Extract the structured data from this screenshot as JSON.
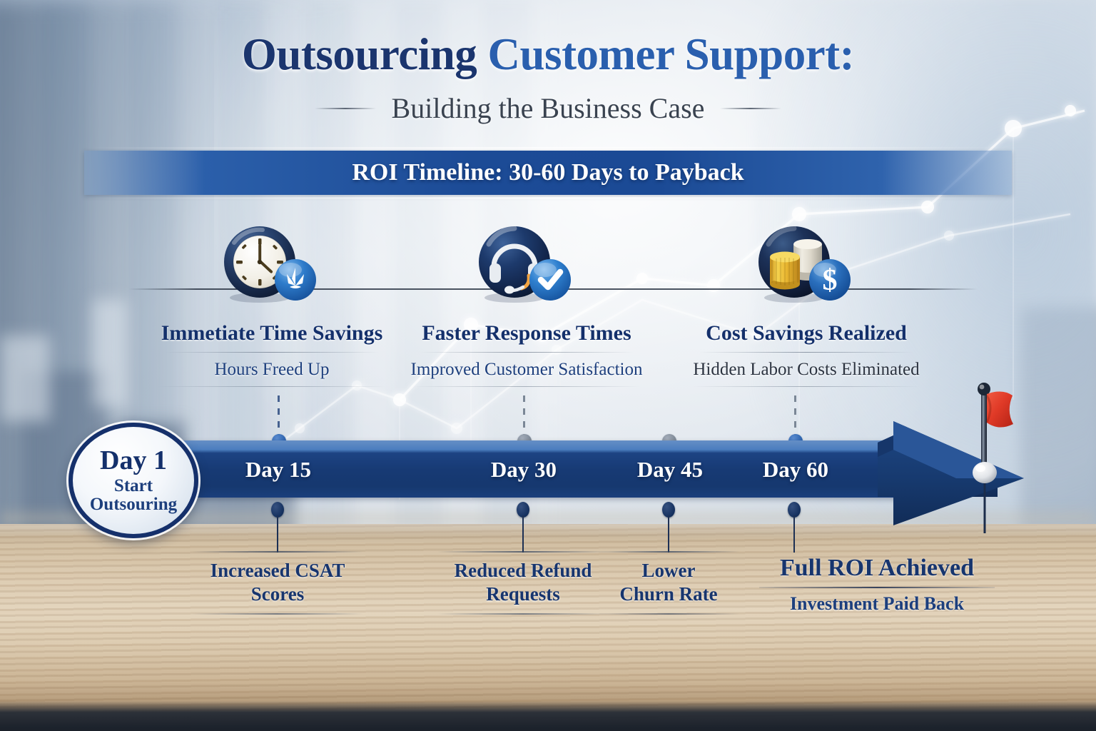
{
  "header": {
    "title_part1": "Outsourcing ",
    "title_part2": "Customer Support:",
    "subtitle": "Building the Business Case"
  },
  "banner": {
    "text": "ROI Timeline: 30-60 Days to Payback"
  },
  "start_badge": {
    "day": "Day 1",
    "line1": "Start",
    "line2": "Outsouring"
  },
  "timeline": {
    "ticks": [
      {
        "label": "Day 15"
      },
      {
        "label": "Day 30"
      },
      {
        "label": "Day 45"
      },
      {
        "label": "Day 60"
      }
    ]
  },
  "upper_milestones": [
    {
      "icon": "clock-icon",
      "title": "Immetiate Time Savings",
      "subtitle": "Hours Freed Up"
    },
    {
      "icon": "headset-icon",
      "title": "Faster Response Times",
      "subtitle": "Improved Customer Satisfaction"
    },
    {
      "icon": "coins-icon",
      "title": "Cost Savings Realized",
      "subtitle": "Hidden Labor Costs Eliminated"
    }
  ],
  "lower_milestones": [
    {
      "line1": "Increased CSAT",
      "line2": "Scores"
    },
    {
      "line1": "Reduced Refund",
      "line2": "Requests"
    },
    {
      "line1": "Lower",
      "line2": "Churn Rate"
    }
  ],
  "final_milestone": {
    "title": "Full ROI Achieved",
    "subtitle": "Investment Paid Back",
    "marker": "red-flag-icon"
  },
  "colors": {
    "navy": "#14306b",
    "brand_blue": "#2a5fae",
    "banner_blue": "#1c4b96",
    "bar_dark": "#16386f",
    "flag_red": "#e03a27",
    "gold": "#e8b53a"
  }
}
